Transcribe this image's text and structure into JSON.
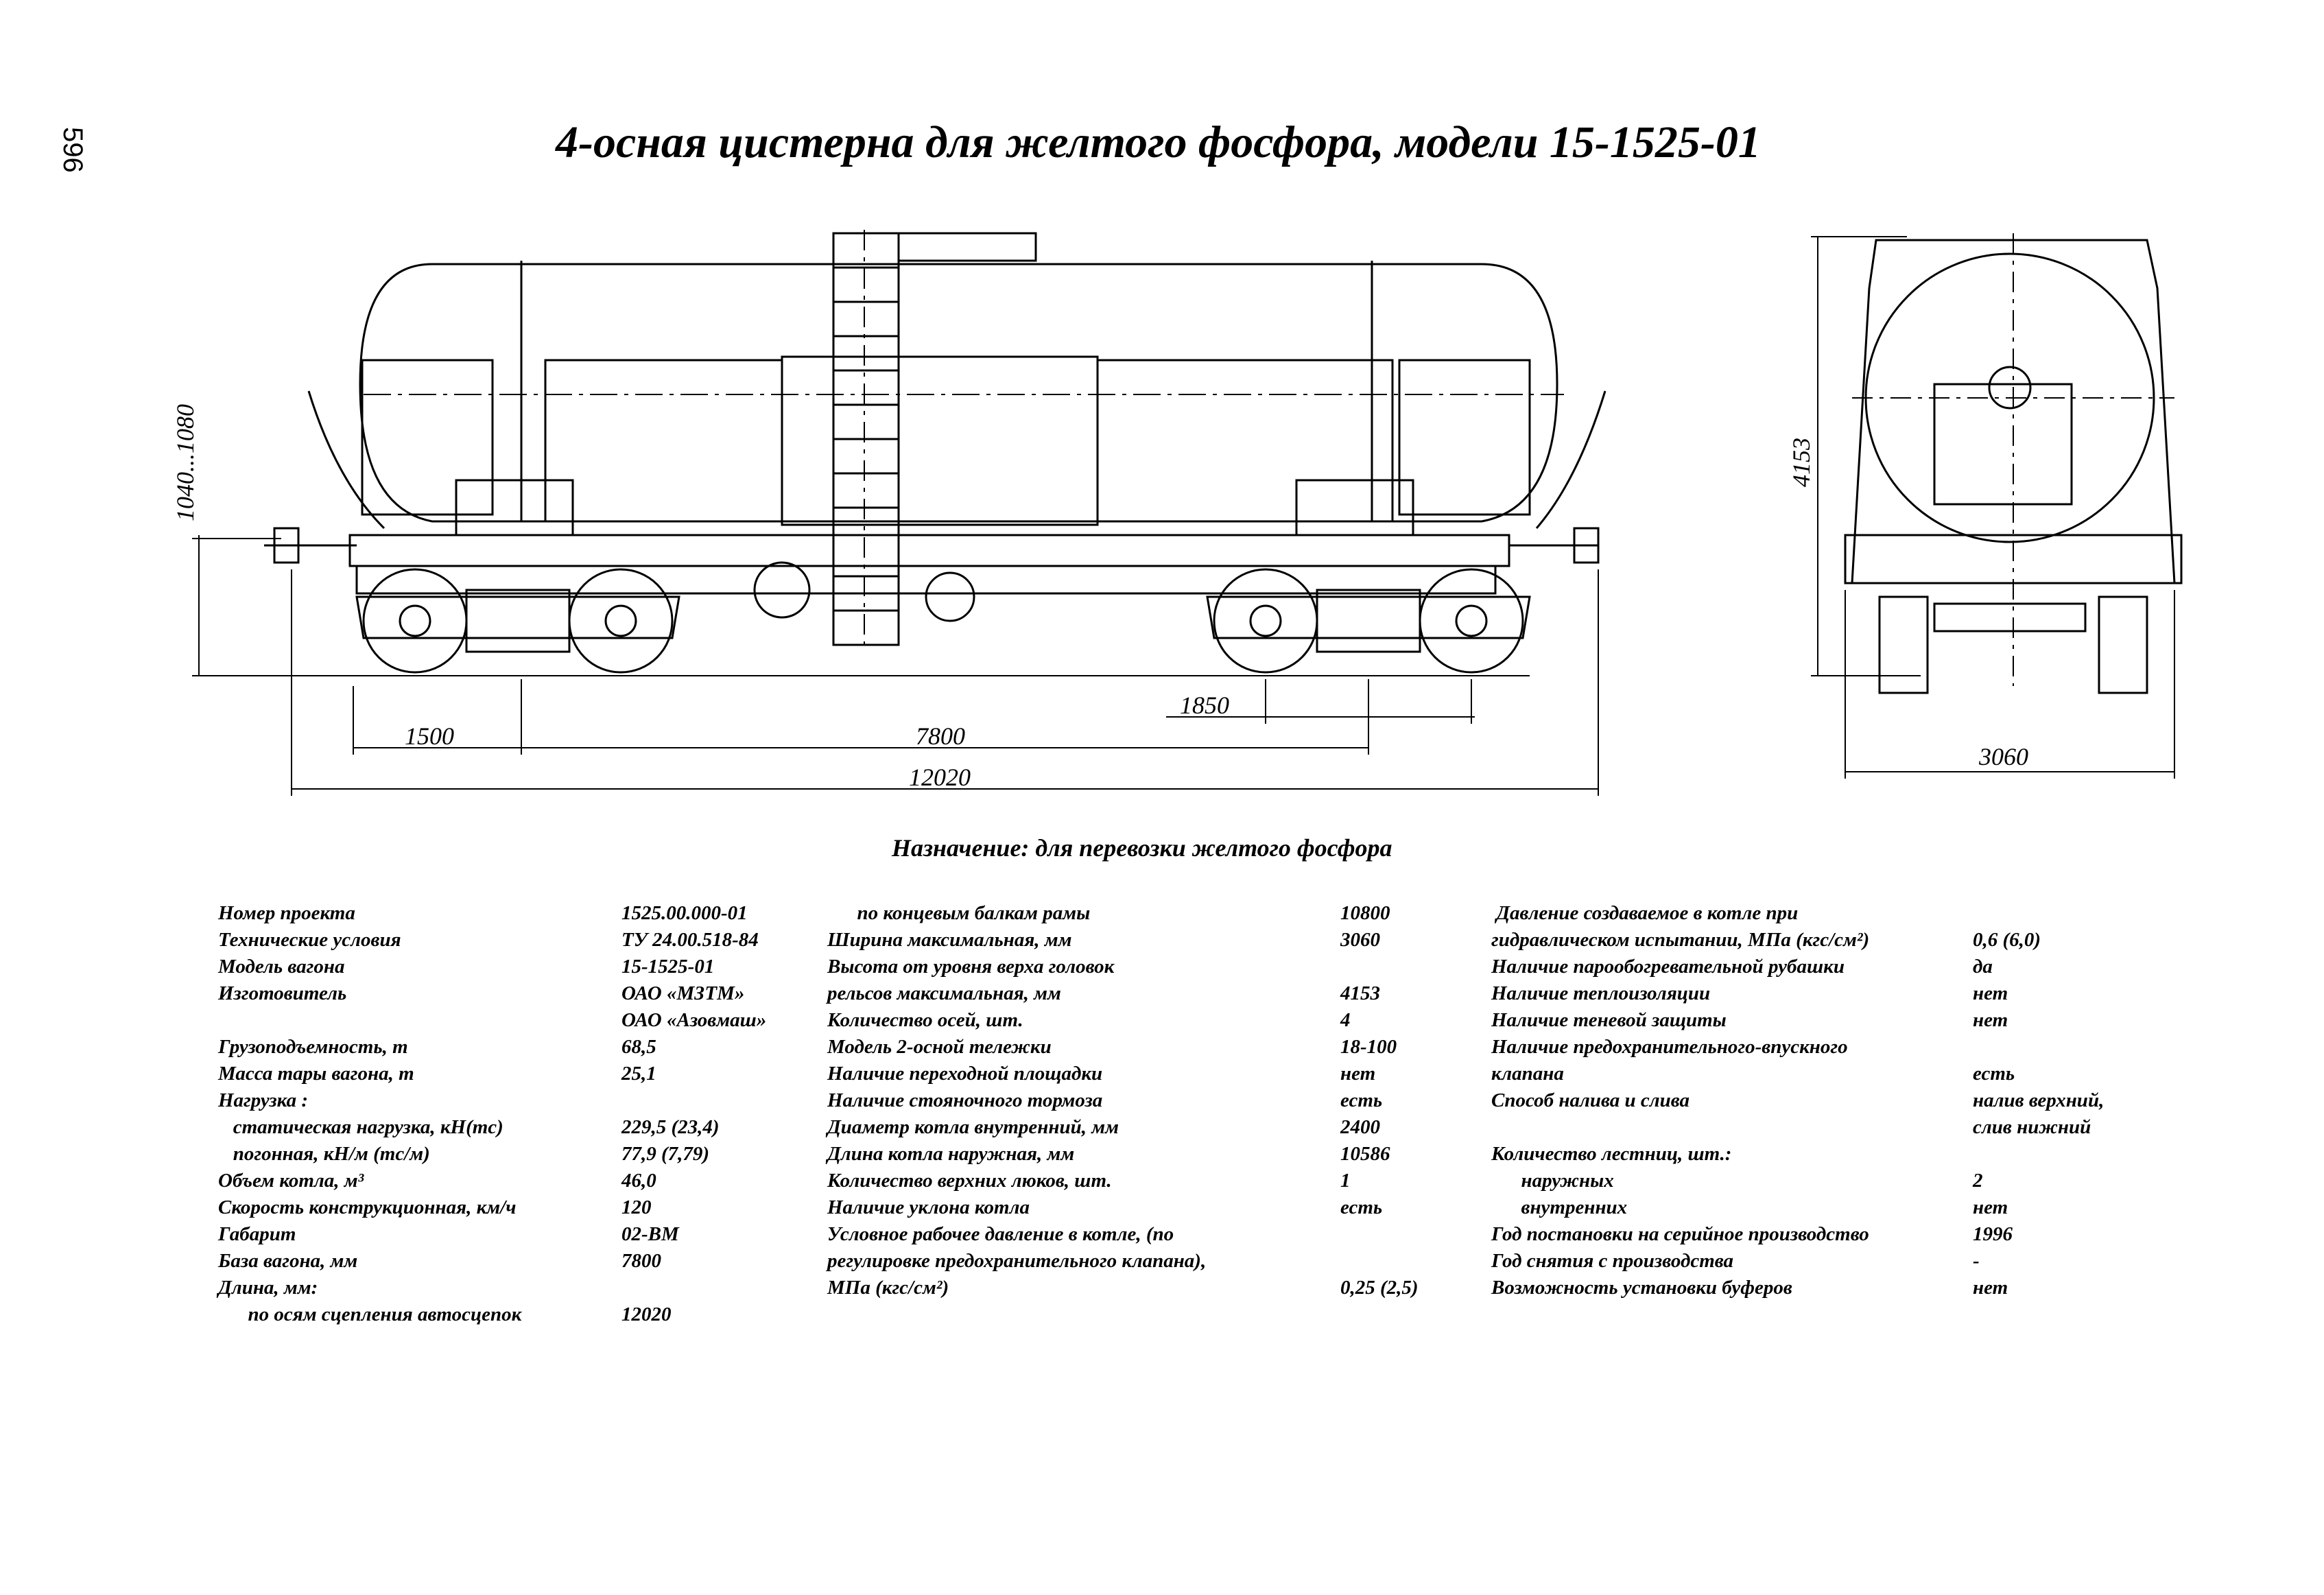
{
  "page_number": "596",
  "title": "4-осная цистерна для желтого фосфора, модели 15-1525-01",
  "dimensions": {
    "height_range": "1040...1080",
    "d1500": "1500",
    "d7800": "7800",
    "d12020": "12020",
    "d1850": "1850",
    "height_total": "4153",
    "width_total": "3060"
  },
  "purpose": "Назначение: для перевозки желтого фосфора",
  "spec_col1": [
    {
      "k": "Номер проекта",
      "v": "1525.00.000-01"
    },
    {
      "k": "Технические условия",
      "v": "ТУ 24.00.518-84"
    },
    {
      "k": "Модель вагона",
      "v": "15-1525-01"
    },
    {
      "k": "Изготовитель",
      "v": "ОАО «МЗТМ»"
    },
    {
      "k": "",
      "v": "ОАО «Азовмаш»"
    },
    {
      "k": "Грузоподъемность, т",
      "v": "68,5"
    },
    {
      "k": "Масса тары вагона, т",
      "v": "25,1"
    },
    {
      "k": "Нагрузка :",
      "v": ""
    },
    {
      "k": "   статическая нагрузка, кН(тс)",
      "v": "229,5 (23,4)"
    },
    {
      "k": "   погонная, кН/м (тс/м)",
      "v": "77,9 (7,79)"
    },
    {
      "k": "Объем котла, м³",
      "v": "46,0"
    },
    {
      "k": "Скорость конструкционная, км/ч",
      "v": "120"
    },
    {
      "k": "Габарит",
      "v": "02-ВМ"
    },
    {
      "k": "База вагона, мм",
      "v": "7800"
    },
    {
      "k": "Длина, мм:",
      "v": ""
    },
    {
      "k": "      по осям сцепления автосцепок",
      "v": "12020"
    }
  ],
  "spec_col2": [
    {
      "k": "      по концевым балкам рамы",
      "v": "10800"
    },
    {
      "k": "Ширина максимальная, мм",
      "v": "3060"
    },
    {
      "k": "Высота от уровня верха головок",
      "v": ""
    },
    {
      "k": "рельсов максимальная, мм",
      "v": "4153"
    },
    {
      "k": "Количество осей, шт.",
      "v": "4"
    },
    {
      "k": "Модель 2-осной тележки",
      "v": "18-100"
    },
    {
      "k": "Наличие переходной площадки",
      "v": "нет"
    },
    {
      "k": "Наличие стояночного тормоза",
      "v": "есть"
    },
    {
      "k": "Диаметр котла внутренний, мм",
      "v": "2400"
    },
    {
      "k": "Длина котла наружная, мм",
      "v": "10586"
    },
    {
      "k": "Количество верхних люков, шт.",
      "v": "1"
    },
    {
      "k": "Наличие уклона котла",
      "v": "есть"
    },
    {
      "k": "Условное рабочее давление в котле, (по",
      "v": ""
    },
    {
      "k": "регулировке предохранительного клапана),",
      "v": ""
    },
    {
      "k": "МПа (кгс/см²)",
      "v": "0,25 (2,5)"
    }
  ],
  "spec_col3": [
    {
      "k": " Давление создаваемое в котле при",
      "v": ""
    },
    {
      "k": "гидравлическом испытании, МПа (кгс/см²)",
      "v": "0,6 (6,0)"
    },
    {
      "k": "Наличие парообогревательной рубашки",
      "v": "да"
    },
    {
      "k": "Наличие теплоизоляции",
      "v": "нет"
    },
    {
      "k": "Наличие теневой защиты",
      "v": "нет"
    },
    {
      "k": "Наличие предохранительного-впускного",
      "v": ""
    },
    {
      "k": "клапана",
      "v": "есть"
    },
    {
      "k": "Способ налива и слива",
      "v": "налив верхний,"
    },
    {
      "k": "",
      "v": "слив нижний"
    },
    {
      "k": "Количество лестниц, шт.:",
      "v": ""
    },
    {
      "k": "      наружных",
      "v": "2"
    },
    {
      "k": "      внутренних",
      "v": "нет"
    },
    {
      "k": "Год постановки на серийное производство",
      "v": "1996"
    },
    {
      "k": "Год снятия с производства",
      "v": "-"
    },
    {
      "k": "Возможность установки буферов",
      "v": "нет"
    }
  ]
}
